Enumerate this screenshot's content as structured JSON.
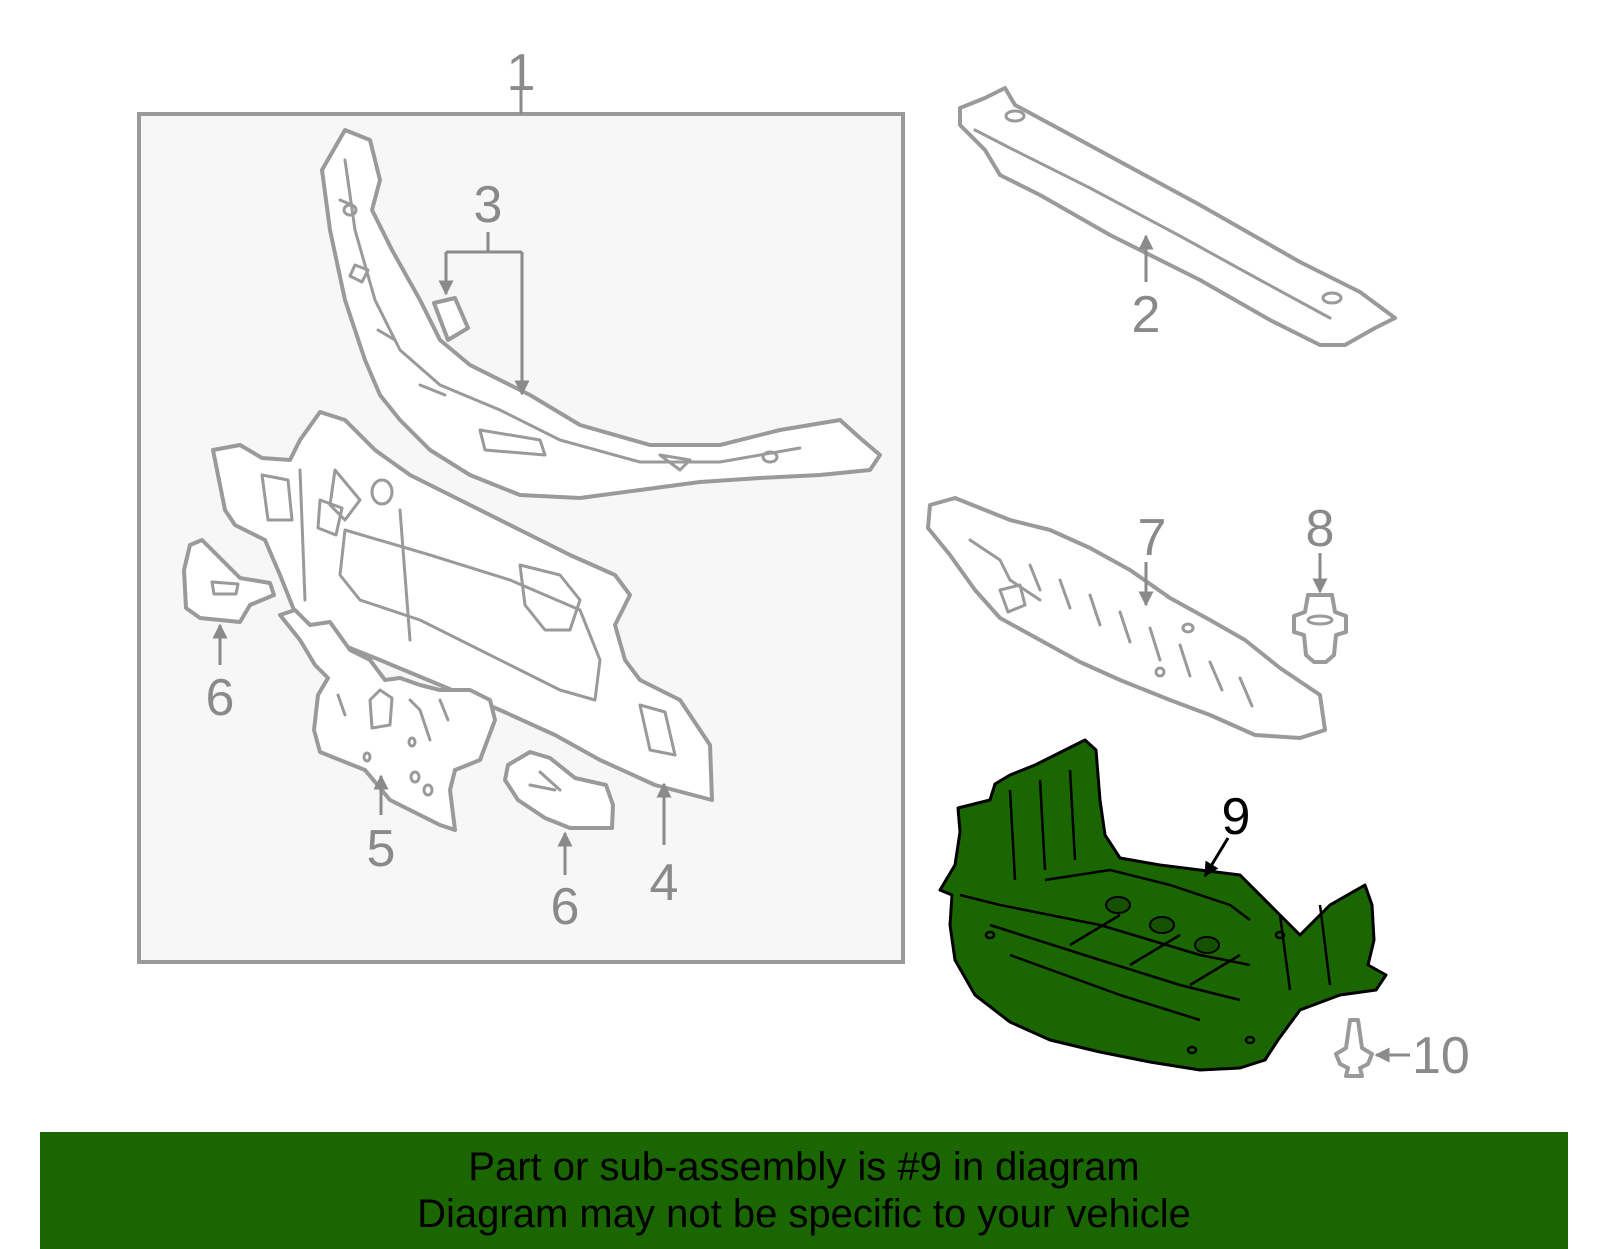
{
  "callouts": {
    "c1": "1",
    "c2": "2",
    "c3": "3",
    "c4": "4",
    "c5": "5",
    "c6a": "6",
    "c6b": "6",
    "c7": "7",
    "c8": "8",
    "c9": "9",
    "c10": "10"
  },
  "highlighted_part": "9",
  "colors": {
    "highlight": "#1a6600",
    "outline": "#9a9a9a",
    "panel_background": "#f7f7f7"
  },
  "banner": {
    "line1": "Part or sub-assembly is #9 in diagram",
    "line2": "Diagram may not be specific to your vehicle"
  }
}
